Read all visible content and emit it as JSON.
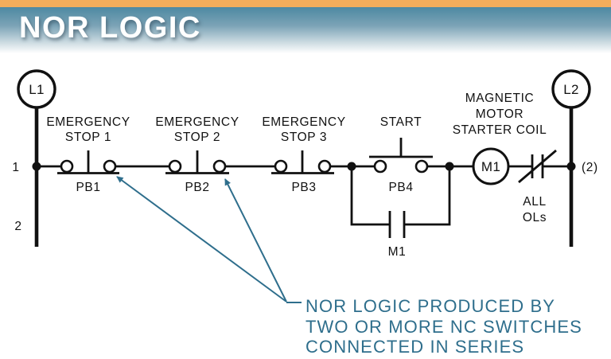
{
  "header": {
    "title": "NOR LOGIC"
  },
  "colors": {
    "top_bar_orange": "#f2ad5c",
    "header_gradient_top": "#4d89a2",
    "schematic_line": "#111111",
    "annotation_teal": "#2e6e8c",
    "background": "#ffffff"
  },
  "diagram": {
    "power_rails": {
      "l1_terminal": "L1",
      "l2_terminal": "L2",
      "line1_number": "1",
      "line2_number": "2",
      "wire_reference": "(2)"
    },
    "components": {
      "stop1": {
        "name_line1": "EMERGENCY",
        "name_line2": "STOP 1",
        "tag": "PB1",
        "type": "NC pushbutton"
      },
      "stop2": {
        "name_line1": "EMERGENCY",
        "name_line2": "STOP 2",
        "tag": "PB2",
        "type": "NC pushbutton"
      },
      "stop3": {
        "name_line1": "EMERGENCY",
        "name_line2": "STOP 3",
        "tag": "PB3",
        "type": "NC pushbutton"
      },
      "start": {
        "name_line1": "START",
        "tag": "PB4",
        "type": "NO pushbutton"
      },
      "coil": {
        "name_line1": "MAGNETIC",
        "name_line2": "MOTOR",
        "name_line3": "STARTER COIL",
        "tag": "M1",
        "type": "coil"
      },
      "overload": {
        "name_line1": "ALL",
        "name_line2": "OLs",
        "type": "NC overload contact"
      },
      "aux_contact": {
        "tag": "M1",
        "type": "NO contact"
      }
    },
    "annotation": {
      "line1": "NOR LOGIC PRODUCED BY",
      "line2": "TWO OR MORE NC SWITCHES",
      "line3": "CONNECTED IN SERIES"
    }
  }
}
